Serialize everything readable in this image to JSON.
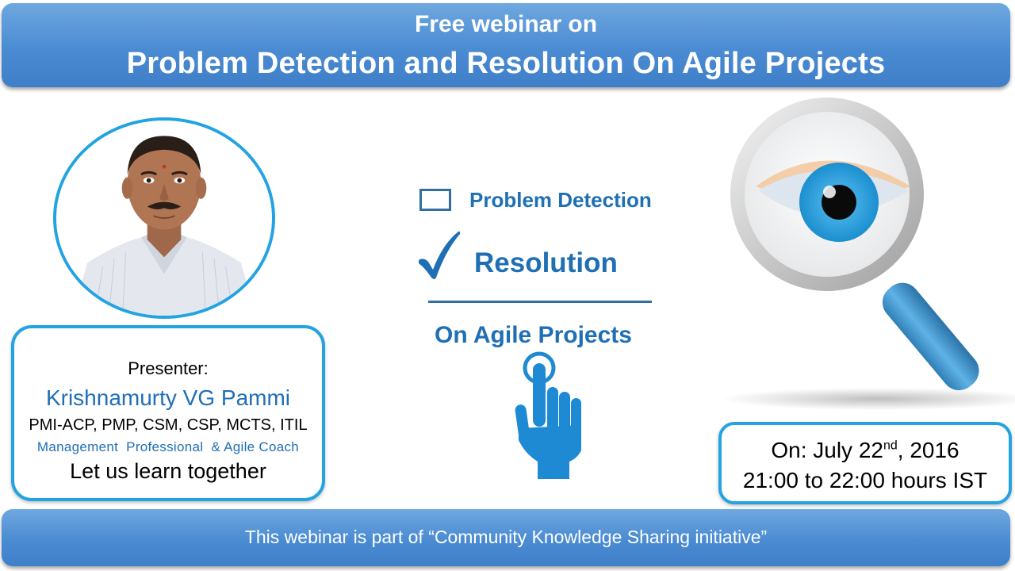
{
  "header": {
    "subtitle": "Free webinar on",
    "title": "Problem Detection and Resolution On Agile Projects"
  },
  "presenter": {
    "label": "Presenter:",
    "name": "Krishnamurty VG Pammi",
    "credentials": "PMI-ACP, PMP, CSM, CSP, MCTS, ITIL",
    "role": "Management  Professional  & Agile Coach",
    "tagline": "Let us learn together"
  },
  "checklist": {
    "item1": "Problem Detection",
    "item2": "Resolution",
    "item1_checked": false,
    "item2_checked": true,
    "footer": "On Agile Projects"
  },
  "schedule": {
    "date_prefix": "On: July 22",
    "date_suffix_sup": "nd",
    "date_year": ", 2016",
    "time": "21:00 to 22:00 hours IST"
  },
  "footer": {
    "text": "This webinar is part of “Community Knowledge Sharing initiative”"
  },
  "colors": {
    "banner": "#4a8bd2",
    "accent_blue": "#1f6fb5",
    "box_border": "#23a3e2"
  },
  "icons": [
    "checkbox-icon",
    "checkmark-icon",
    "pointing-hand-icon",
    "magnifier-eye-icon"
  ]
}
